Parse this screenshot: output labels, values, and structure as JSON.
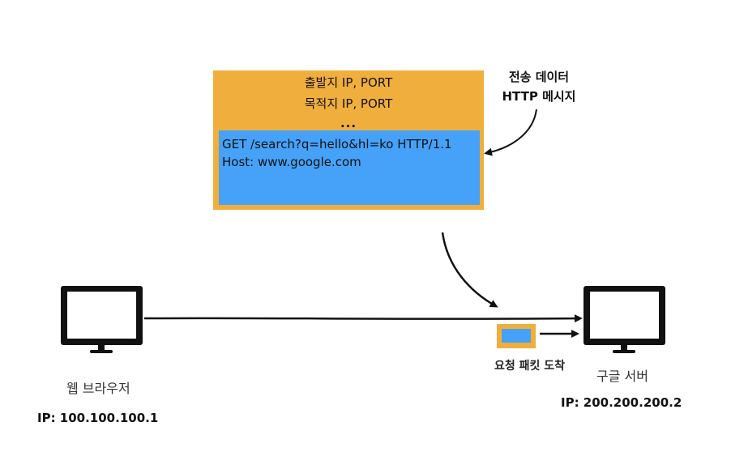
{
  "packet": {
    "header_lines": [
      "출발지 IP, PORT",
      "목적지 IP, PORT",
      "..."
    ],
    "payload_lines": [
      "GET /search?q=hello&hl=ko HTTP/1.1",
      "Host: www.google.com"
    ]
  },
  "callout": {
    "line1": "전송 데이터",
    "line2": "HTTP 메시지"
  },
  "client": {
    "label": "웹 브라우저",
    "ip": "IP: 100.100.100.1",
    "icon": "monitor-icon"
  },
  "server": {
    "label": "구글 서버",
    "ip": "IP: 200.200.200.2",
    "icon": "monitor-icon"
  },
  "arrival": {
    "label": "요청 패킷 도착"
  },
  "colors": {
    "header": "#F0AF3C",
    "payload": "#45A2F8",
    "line": "#111111"
  }
}
